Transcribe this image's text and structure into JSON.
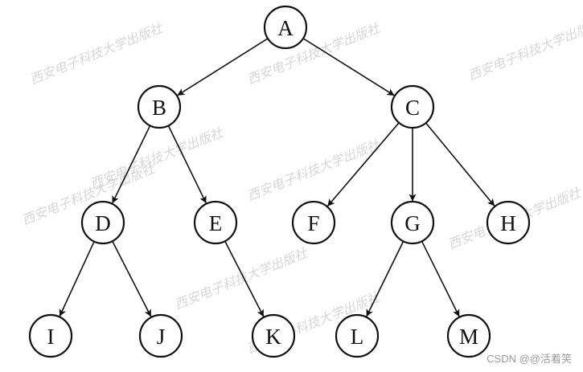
{
  "tree": {
    "nodes": [
      {
        "id": "A",
        "label": "A"
      },
      {
        "id": "B",
        "label": "B"
      },
      {
        "id": "C",
        "label": "C"
      },
      {
        "id": "D",
        "label": "D"
      },
      {
        "id": "E",
        "label": "E"
      },
      {
        "id": "F",
        "label": "F"
      },
      {
        "id": "G",
        "label": "G"
      },
      {
        "id": "H",
        "label": "H"
      },
      {
        "id": "I",
        "label": "I"
      },
      {
        "id": "J",
        "label": "J"
      },
      {
        "id": "K",
        "label": "K"
      },
      {
        "id": "L",
        "label": "L"
      },
      {
        "id": "M",
        "label": "M"
      }
    ],
    "edges": [
      {
        "from": "A",
        "to": "B"
      },
      {
        "from": "A",
        "to": "C"
      },
      {
        "from": "B",
        "to": "D"
      },
      {
        "from": "B",
        "to": "E"
      },
      {
        "from": "C",
        "to": "F"
      },
      {
        "from": "C",
        "to": "G"
      },
      {
        "from": "C",
        "to": "H"
      },
      {
        "from": "D",
        "to": "I"
      },
      {
        "from": "D",
        "to": "J"
      },
      {
        "from": "E",
        "to": "K"
      },
      {
        "from": "G",
        "to": "L"
      },
      {
        "from": "G",
        "to": "M"
      }
    ]
  },
  "watermark": "西安电子科技大学出版社",
  "credit": "CSDN @@活着笑"
}
